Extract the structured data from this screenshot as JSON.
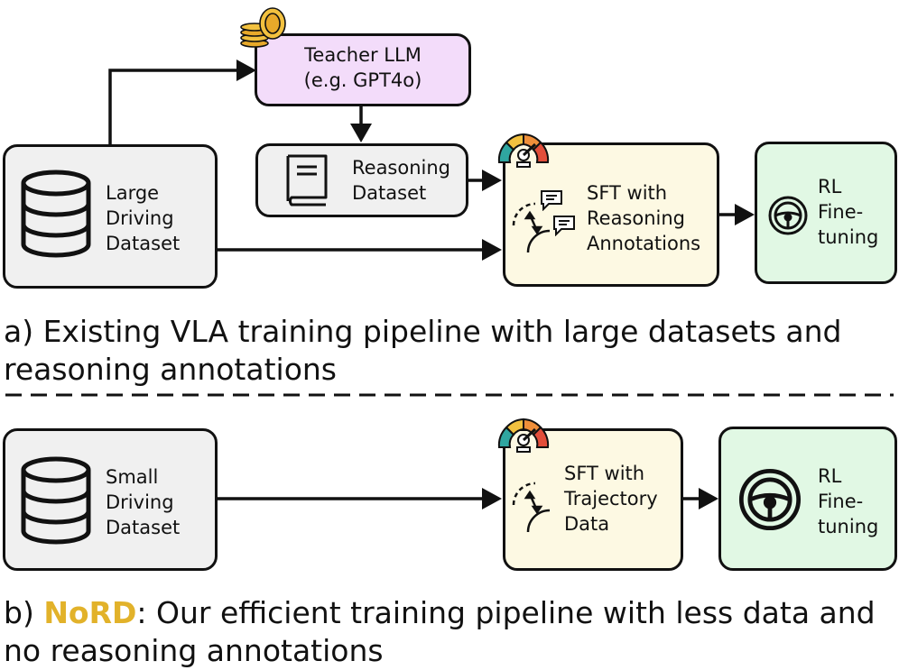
{
  "top": {
    "teacher": {
      "lines": [
        "Teacher LLM",
        "(e.g. GPT4o)"
      ]
    },
    "reasoning_dataset": {
      "lines": [
        "Reasoning",
        "Dataset"
      ]
    },
    "large_dataset": {
      "lines": [
        "Large",
        "Driving",
        "Dataset"
      ]
    },
    "sft": {
      "lines": [
        "SFT with",
        "Reasoning",
        "Annotations"
      ]
    },
    "rl": {
      "lines": [
        "RL",
        "Fine-",
        "tuning"
      ]
    },
    "caption": {
      "lines": [
        "a) Existing VLA training pipeline with large datasets and",
        "reasoning annotations"
      ]
    }
  },
  "bottom": {
    "small_dataset": {
      "lines": [
        "Small",
        "Driving",
        "Dataset"
      ]
    },
    "sft": {
      "lines": [
        "SFT with",
        "Trajectory",
        "Data"
      ]
    },
    "rl": {
      "lines": [
        "RL",
        "Fine-",
        "tuning"
      ]
    },
    "caption": {
      "prefix": "b) ",
      "highlight": "NoRD",
      "rest_line1": ": Our efficient training pipeline with less data and",
      "line2": "no reasoning annotations"
    }
  },
  "colors": {
    "gray_box": "#f0f0f0",
    "purple_box": "#f3dcfa",
    "yellow_box": "#fdf9e3",
    "green_box": "#e1f8e4",
    "nord_highlight": "#e2b22a"
  },
  "icons": [
    "coins-icon",
    "book-icon",
    "database-icon",
    "gauge-icon",
    "trajectory-icon",
    "chat-icon",
    "steering-wheel-icon"
  ]
}
